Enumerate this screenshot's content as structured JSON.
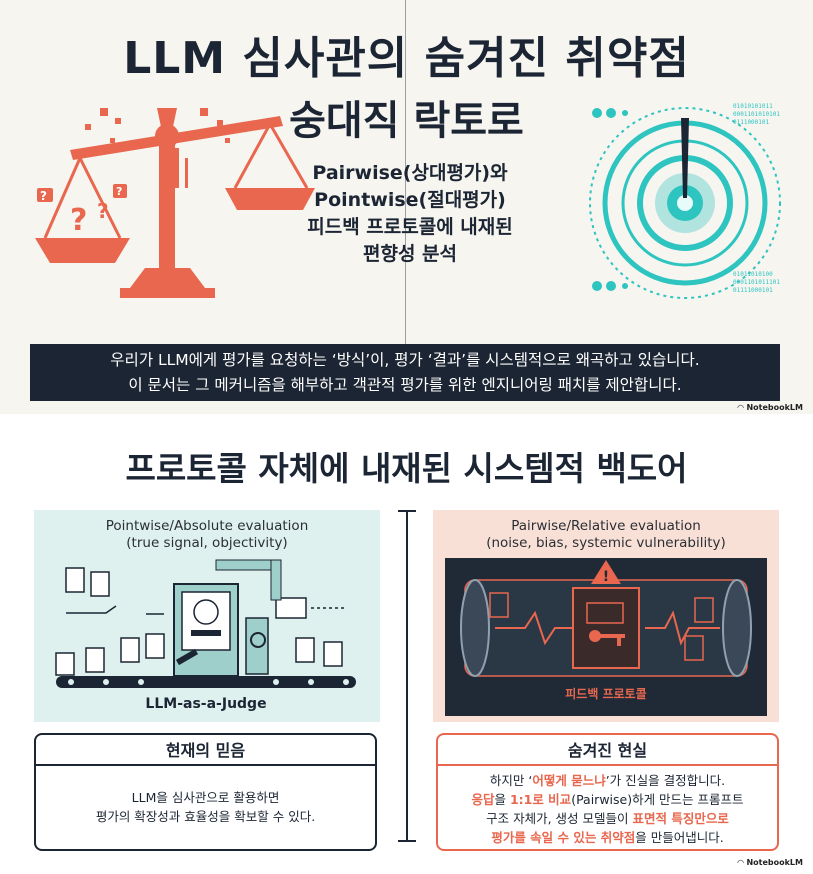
{
  "top": {
    "title": "LLM 심사관의 숨겨진 취약점",
    "subtitle": "숭대직 락토로",
    "description_lines": [
      "Pairwise(상대평가)와",
      "Pointwise(절대평가)",
      "피드백 프로토콜에 내재된",
      "편향성 분석"
    ],
    "banner_lines": [
      "우리가 LLM에게 평가를 요청하는 ‘방식’이, 평가 ‘결과’를 시스템적으로 왜곡하고 있습니다.",
      "이 문서는 그 메커니즘을 해부하고 객관적 평가를 위한 엔지니어링 패치를 제안합니다."
    ],
    "brand": "NotebookLM",
    "binary_lines": [
      "01010101011",
      "0001101010101",
      "0111000101"
    ],
    "binary_lines_bottom": [
      "01011010100",
      "0001101011101",
      "01111000101"
    ]
  },
  "bottom": {
    "section_title": "프로토콜 자체에 내재된 시스템적 백도어",
    "left_panel": {
      "caption_line1": "Pointwise/Absolute evaluation",
      "caption_line2": "(true signal, objectivity)",
      "art_label": "LLM-as-a-Judge"
    },
    "right_panel": {
      "caption_line1": "Pairwise/Relative evaluation",
      "caption_line2": "(noise, bias, systemic vulnerability)",
      "art_label": "피드백 프로토콜"
    },
    "left_card": {
      "title": "현재의 믿음",
      "body_line1": "LLM을 심사관으로 활용하면",
      "body_line2": "평가의 확장성과 효율성을 확보할 수 있다."
    },
    "right_card": {
      "title": "숨겨진 현실",
      "line1_a": "하지만 ‘",
      "line1_hl": "어떻게 묻느냐",
      "line1_b": "’가 진실을 결정합니다.",
      "line2_hl1": "응답",
      "line2_a": "을 ",
      "line2_hl2": "1:1로 비교",
      "line2_b": "(Pairwise)하게 만드는 프롬프트",
      "line3_a": "구조 자체가, 생성 모델들이 ",
      "line3_hl": "표면적 특징만으로",
      "line4_hl": "평가를 속일 수 있는 취약점",
      "line4_b": "을 만들어냅니다."
    },
    "brand": "NotebookLM"
  },
  "colors": {
    "navy": "#1c2533",
    "coral": "#e8674e",
    "teal": "#2ec4c0",
    "mint_panel": "#dff1ef",
    "peach_panel": "#f9e0d6"
  }
}
